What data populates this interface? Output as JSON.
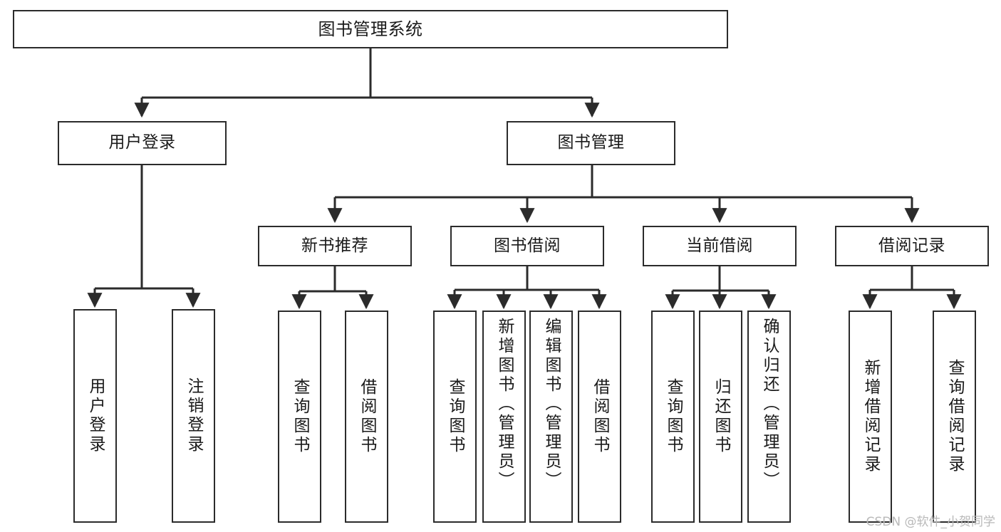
{
  "diagram": {
    "title": "图书管理系统",
    "type": "tree",
    "watermark": "CSDN @软件_小贺同学",
    "colors": {
      "border": "#2b2b2b",
      "background": "#ffffff",
      "text": "#1a1a1a",
      "edge": "#2b2b2b",
      "watermark": "#b9b9b9"
    }
  },
  "nodes": {
    "root": {
      "label": "图书管理系统"
    },
    "level2": [
      {
        "id": "user-login",
        "label": "用户登录"
      },
      {
        "id": "book-manage",
        "label": "图书管理"
      }
    ],
    "level3": [
      {
        "id": "new-book-recommend",
        "label": "新书推荐"
      },
      {
        "id": "book-borrow",
        "label": "图书借阅"
      },
      {
        "id": "current-borrow",
        "label": "当前借阅"
      },
      {
        "id": "borrow-record",
        "label": "借阅记录"
      }
    ],
    "leaves": {
      "user_login": [
        {
          "id": "leaf-user-login",
          "label": "用户登录"
        },
        {
          "id": "leaf-logout",
          "label": "注销登录"
        }
      ],
      "new_book_recommend": [
        {
          "id": "leaf-query-book-1",
          "label": "查询图书"
        },
        {
          "id": "leaf-borrow-book-1",
          "label": "借阅图书"
        }
      ],
      "book_borrow": [
        {
          "id": "leaf-query-book-2",
          "label": "查询图书"
        },
        {
          "id": "leaf-add-book",
          "label": "新增图书（管理员）"
        },
        {
          "id": "leaf-edit-book",
          "label": "编辑图书（管理员）"
        },
        {
          "id": "leaf-borrow-book-2",
          "label": "借阅图书"
        }
      ],
      "current_borrow": [
        {
          "id": "leaf-query-book-3",
          "label": "查询图书"
        },
        {
          "id": "leaf-return-book",
          "label": "归还图书"
        },
        {
          "id": "leaf-confirm-return",
          "label": "确认归还（管理员）"
        }
      ],
      "borrow_record": [
        {
          "id": "leaf-add-record",
          "label": "新增借阅记录"
        },
        {
          "id": "leaf-query-record",
          "label": "查询借阅记录"
        }
      ]
    }
  }
}
